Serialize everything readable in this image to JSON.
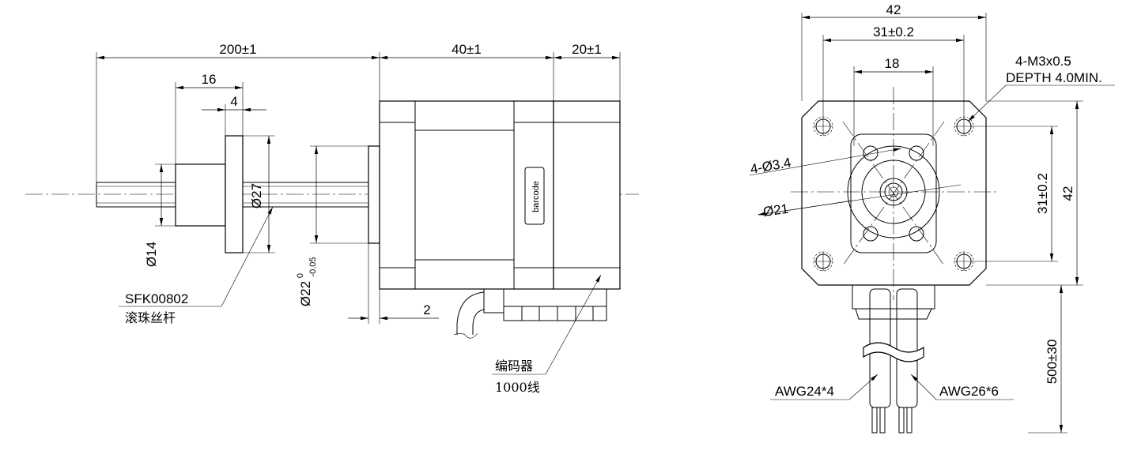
{
  "side_view": {
    "dims": {
      "total_length": "200±1",
      "nut_length": "16",
      "flange_thickness": "4",
      "motor_length": "40±1",
      "encoder_length": "20±1",
      "flange_diameter": "Ø27",
      "screw_diameter": "Ø14",
      "pilot_diameter": "Ø22",
      "pilot_tol_upper": "0",
      "pilot_tol_lower": "-0.05",
      "pilot_height": "2"
    },
    "barcode_label": "barcode",
    "screw_part": "SFK00802",
    "screw_name": "滚珠丝杆",
    "encoder_name": "编码器",
    "encoder_res": "1000线"
  },
  "front_view": {
    "dims": {
      "width_top": "42",
      "hole_pitch_top": "31±0.2",
      "small_pitch": "18",
      "height_right": "42",
      "hole_pitch_right": "31±0.2",
      "cable_length": "500±30",
      "small_holes": "4-Ø3.4",
      "circle_dia": "Ø21"
    },
    "thread_note": "4-M3x0.5",
    "thread_depth": "DEPTH 4.0MIN.",
    "cable_a": "AWG24*4",
    "cable_b": "AWG26*6"
  }
}
